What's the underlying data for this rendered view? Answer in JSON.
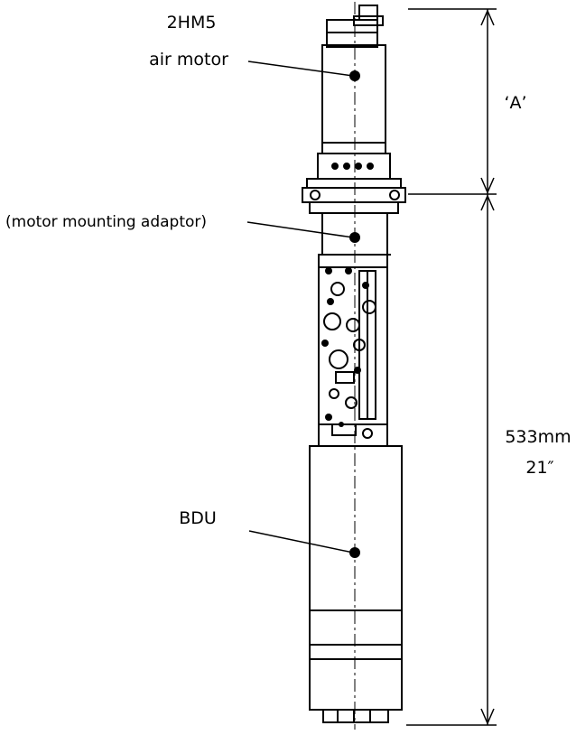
{
  "labels": {
    "motor_line1": "2HM5",
    "motor_line2": "air motor",
    "adaptor": "(motor mounting adaptor)",
    "bdu": "BDU",
    "dim_a": "‘A’",
    "dim_mm": "533mm",
    "dim_in": "21″"
  }
}
